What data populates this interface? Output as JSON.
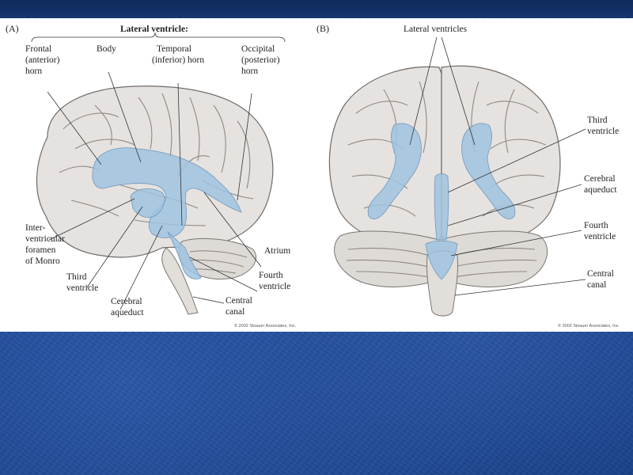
{
  "panel_a": {
    "id": "(A)",
    "heading": "Lateral ventricle:",
    "labels": {
      "frontal_1": "Frontal",
      "frontal_2": "(anterior)",
      "frontal_3": "horn",
      "body": "Body",
      "temporal_1": "Temporal",
      "temporal_2": "(inferior) horn",
      "occipital_1": "Occipital",
      "occipital_2": "(posterior)",
      "occipital_3": "horn",
      "inter_1": "Inter-",
      "inter_2": "ventricular",
      "inter_3": "foramen",
      "inter_4": "of Monro",
      "third_1": "Third",
      "third_2": "ventricle",
      "aqueduct_1": "Cerebral",
      "aqueduct_2": "aqueduct",
      "atrium": "Atrium",
      "fourth_1": "Fourth",
      "fourth_2": "ventricle",
      "central_1": "Central",
      "central_2": "canal"
    },
    "copyright": "© 2002 Sinauer Associates, Inc."
  },
  "panel_b": {
    "id": "(B)",
    "labels": {
      "lateral": "Lateral ventricles",
      "third_1": "Third",
      "third_2": "ventricle",
      "aqueduct_1": "Cerebral",
      "aqueduct_2": "aqueduct",
      "fourth_1": "Fourth",
      "fourth_2": "ventricle",
      "central_1": "Central",
      "central_2": "canal"
    },
    "copyright": "© 2002 Sinauer Associates, Inc."
  },
  "colors": {
    "slide_background": "#1d469a",
    "ventricle": "#9fc3e0",
    "brain": "#e6e2df"
  }
}
